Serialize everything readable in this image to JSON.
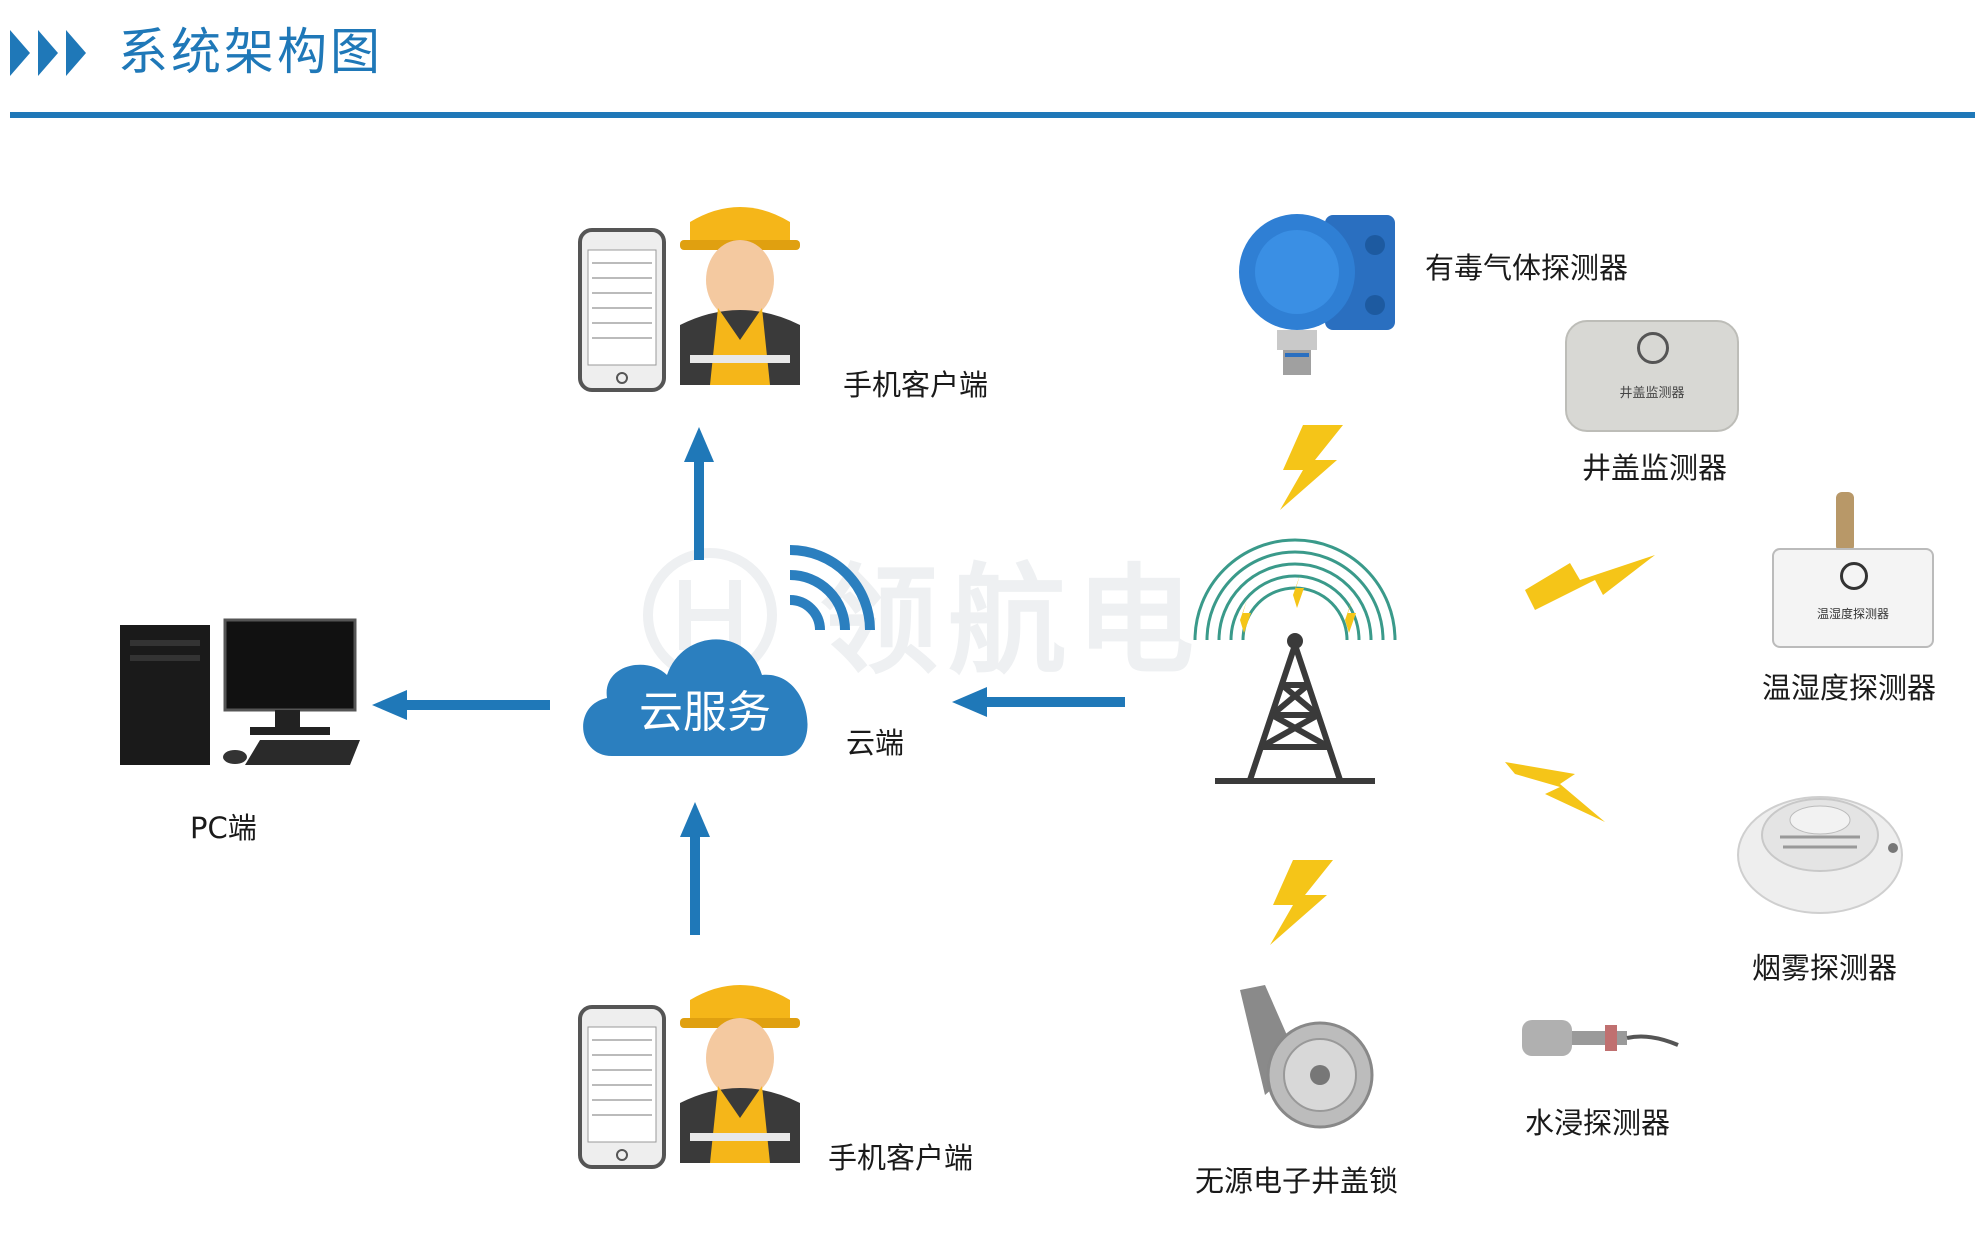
{
  "header": {
    "title": "系统架构图"
  },
  "watermark": {
    "text": "领航电"
  },
  "nodes": {
    "cloud": "云服务",
    "cloud_caption": "云端",
    "pc": "PC端",
    "mobile_top": "手机客户端",
    "mobile_bottom": "手机客户端"
  },
  "sensors": {
    "gas": "有毒气体探测器",
    "manhole": "井盖监测器",
    "temp_humidity": "温湿度探测器",
    "smoke": "烟雾探测器",
    "water": "水浸探测器",
    "lock": "无源电子井盖锁"
  },
  "device_text": {
    "manhole_plate": "井盖监测器",
    "temp_plate": "温湿度探测器"
  },
  "colors": {
    "accent": "#1f78b8",
    "bolt": "#f5c518",
    "tower": "#3a3a3a"
  }
}
